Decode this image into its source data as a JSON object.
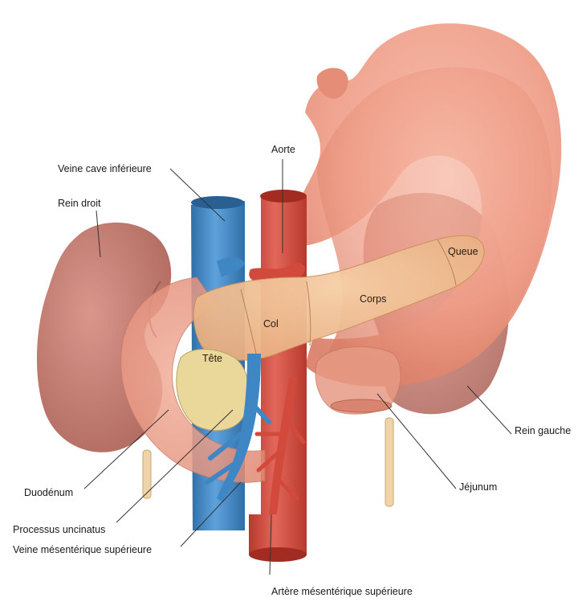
{
  "labels": {
    "aorte": "Aorte",
    "veine_cave": "Veine cave inférieure",
    "rein_droit": "Rein droit",
    "queue": "Queue",
    "corps": "Corps",
    "col": "Col",
    "tete": "Tête",
    "rein_gauche": "Rein gauche",
    "jejunum": "Jéjunum",
    "duodenum": "Duodénum",
    "processus": "Processus uncinatus",
    "veine_mes": "Veine mésentérique supérieure",
    "artere_mes": "Artère mésentérique supérieure"
  },
  "colors": {
    "stomach": "#ee9c86",
    "kidney": "#c47a70",
    "pancreas": "#f1c294",
    "vein": "#3f86c4",
    "artery": "#d24a3c",
    "duodenum": "#ec9a86"
  }
}
